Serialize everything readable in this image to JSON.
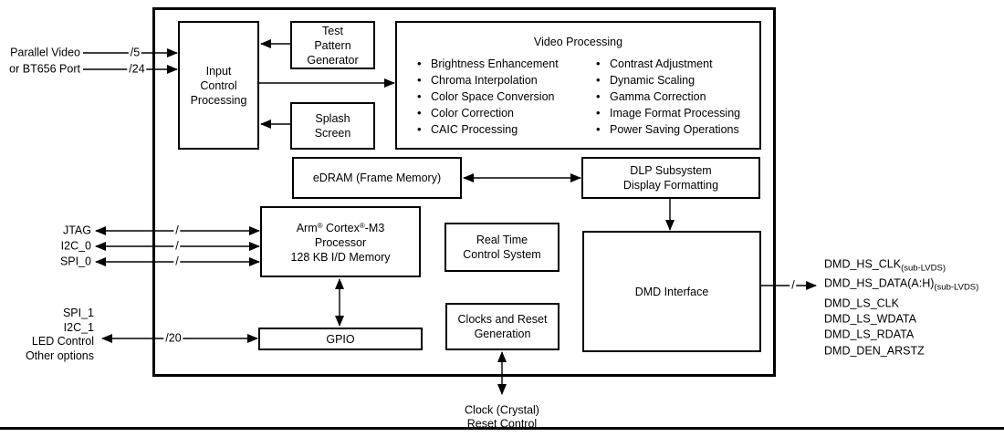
{
  "colors": {
    "line": "#000000",
    "background": "#ffffff"
  },
  "inputs": {
    "parallel_video": [
      "Parallel Video",
      "or BT656 Port"
    ],
    "bus_width_5": "/5",
    "bus_width_24": "/24",
    "jtag": "JTAG",
    "i2c_0": "I2C_0",
    "spi_0": "SPI_0",
    "bus_slash": "/",
    "peripheral_group": [
      "SPI_1",
      "I2C_1",
      "LED Control",
      "Other options"
    ],
    "bus_width_20": "/20"
  },
  "blocks": {
    "input_control": [
      "Input",
      "Control",
      "Processing"
    ],
    "test_pattern_generator": [
      "Test",
      "Pattern",
      "Generator"
    ],
    "splash_screen": [
      "Splash",
      "Screen"
    ],
    "video_processing": {
      "title": "Video Processing",
      "features_left": [
        "Brightness Enhancement",
        "Chroma Interpolation",
        "Color Space Conversion",
        "Color Correction",
        "CAIC Processing"
      ],
      "features_right": [
        "Contrast Adjustment",
        "Dynamic Scaling",
        "Gamma Correction",
        "Image Format Processing",
        "Power Saving Operations"
      ]
    },
    "edram": "eDRAM (Frame Memory)",
    "dlp_subsystem": [
      "DLP Subsystem",
      "Display Formatting"
    ],
    "processor": {
      "name_parts": [
        "Arm",
        "®",
        " Cortex",
        "®",
        "-M3"
      ],
      "line2": "Processor",
      "line3": "128 KB I/D Memory"
    },
    "real_time_control": [
      "Real Time",
      "Control System"
    ],
    "clocks_reset": [
      "Clocks and Reset",
      "Generation"
    ],
    "gpio": "GPIO",
    "dmd_interface": "DMD Interface"
  },
  "outputs": {
    "bus_slash": "/",
    "dmd_signals": [
      {
        "name": "DMD_HS_CLK",
        "sub": "(sub-LVDS)"
      },
      {
        "name": "DMD_HS_DATA(A:H)",
        "sub": "(sub-LVDS)"
      },
      {
        "name": "DMD_LS_CLK",
        "sub": ""
      },
      {
        "name": "DMD_LS_WDATA",
        "sub": ""
      },
      {
        "name": "DMD_LS_RDATA",
        "sub": ""
      },
      {
        "name": "DMD_DEN_ARSTZ",
        "sub": ""
      }
    ]
  },
  "bottom": {
    "clock": "Clock (Crystal)",
    "reset": "Reset Control"
  }
}
